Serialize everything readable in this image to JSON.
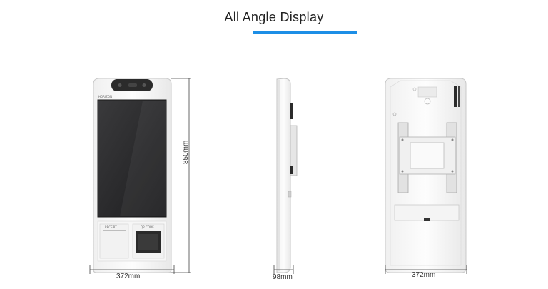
{
  "title": "All Angle Display",
  "accent_color": "#1c8ee6",
  "views": {
    "front": {
      "width_label": "372mm",
      "height_label": "850mm",
      "brand_text": "HORIZON",
      "printer_label": "RECEIPT",
      "scanner_label": "QR CODE"
    },
    "side": {
      "depth_label": "98mm"
    },
    "back": {
      "width_label": "372mm"
    }
  }
}
